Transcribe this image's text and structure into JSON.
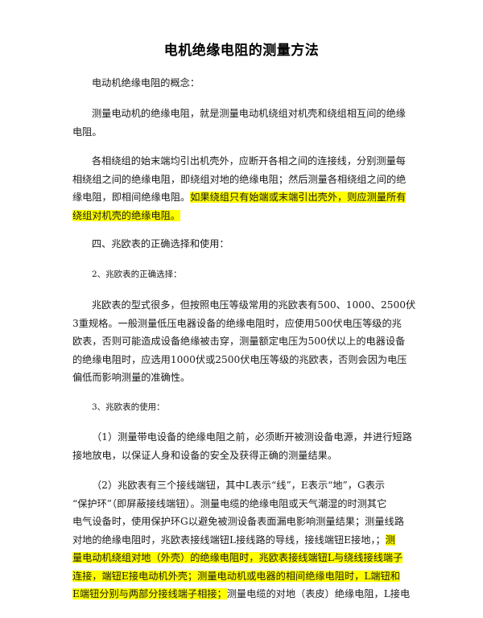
{
  "title": "电机绝缘电阻的测量方法",
  "paragraphs": [
    {
      "lines": [
        [
          "",
          "电动机绝缘电阻的概念：",
          ""
        ]
      ]
    },
    {
      "lines": [
        [
          "",
          "测量电动机的绝缘电阻，就是测量电动机绕组对机壳和绕组相互间的绝缘",
          ""
        ],
        [
          "电阻。",
          "",
          ""
        ]
      ]
    },
    {
      "lines": [
        [
          "",
          "各相绕组的始末端均引出机壳外，应断开各相之间的连接线，分别测量每",
          ""
        ],
        [
          "相绕组之间的绝缘电阻，即绕组对地的绝缘电阻；然后测量各相绕组之间的绝",
          "",
          ""
        ],
        [
          "缘电阻，即相间绝缘电阻。",
          "如果绕组只有始端或末端引出壳外，则应测量所有",
          ""
        ],
        [
          "",
          "绕组对机壳的绝缘电阻。",
          ""
        ]
      ]
    },
    {
      "lines": [
        [
          "",
          "四、兆欧表的正确选择和使用：",
          ""
        ]
      ]
    },
    {
      "lines": [
        [
          "",
          "2、兆欧表的正确选择：",
          ""
        ]
      ]
    },
    {
      "lines": [
        [
          "",
          "兆欧表的型式很多，但按照电压等级常用的兆欧表有500、1000、2500伏",
          ""
        ],
        [
          "3重规格。一般测量低压电器设备的绝缘电阻时，应使用500伏电压等级的兆",
          "",
          ""
        ],
        [
          "欧表，否则可能造成设备绝缘被击穿，测量额定电压为500伏以上的电器设备",
          "",
          ""
        ],
        [
          "的绝缘电阻时，应选用1000伏或2500伏电压等级的兆欧表，否则会因为电压",
          "",
          ""
        ],
        [
          "偏低而影响测量的准确性。",
          "",
          ""
        ]
      ]
    },
    {
      "lines": [
        [
          "",
          "3、兆欧表的使用：",
          ""
        ]
      ]
    },
    {
      "lines": [
        [
          "",
          "（1）测量带电设备的绝缘电阻之前，必须断开被测设备电源，并进行短路",
          ""
        ],
        [
          "接地放电，以保证人身和设备的安全及获得正确的测量结果。",
          "",
          ""
        ]
      ]
    },
    {
      "lines": [
        [
          "",
          "（2）兆欧表有三个接线端钮，其中L表示“线”，E表示“地”，G表示",
          ""
        ],
        [
          "“保护环”（即屏蔽接线端钮）。测量电缆的绝缘电阻或天气潮湿的时测其它",
          "",
          ""
        ],
        [
          "电气设备时，使用保护环G以避免被测设备表面漏电影响测量结果；测量线路",
          "",
          ""
        ],
        [
          "对地的绝缘电阻时，兆欧表接线端钮L接线路的导线，接线端钮E接地，；",
          "测",
          ""
        ],
        [
          "",
          "量电动机绕组对地（外壳）的绝缘电阻时，兆欧表接线端钮L与绕线接线端子",
          ""
        ],
        [
          "",
          "连接，端钮E接电动机外壳；测量电动机或电器的相间绝缘电阻时，L端钮和",
          ""
        ],
        [
          "",
          "E端钮分别与两部分接线端子相接；",
          "测量电缆的对地（表皮）绝缘电阻，L接电"
        ]
      ]
    }
  ]
}
